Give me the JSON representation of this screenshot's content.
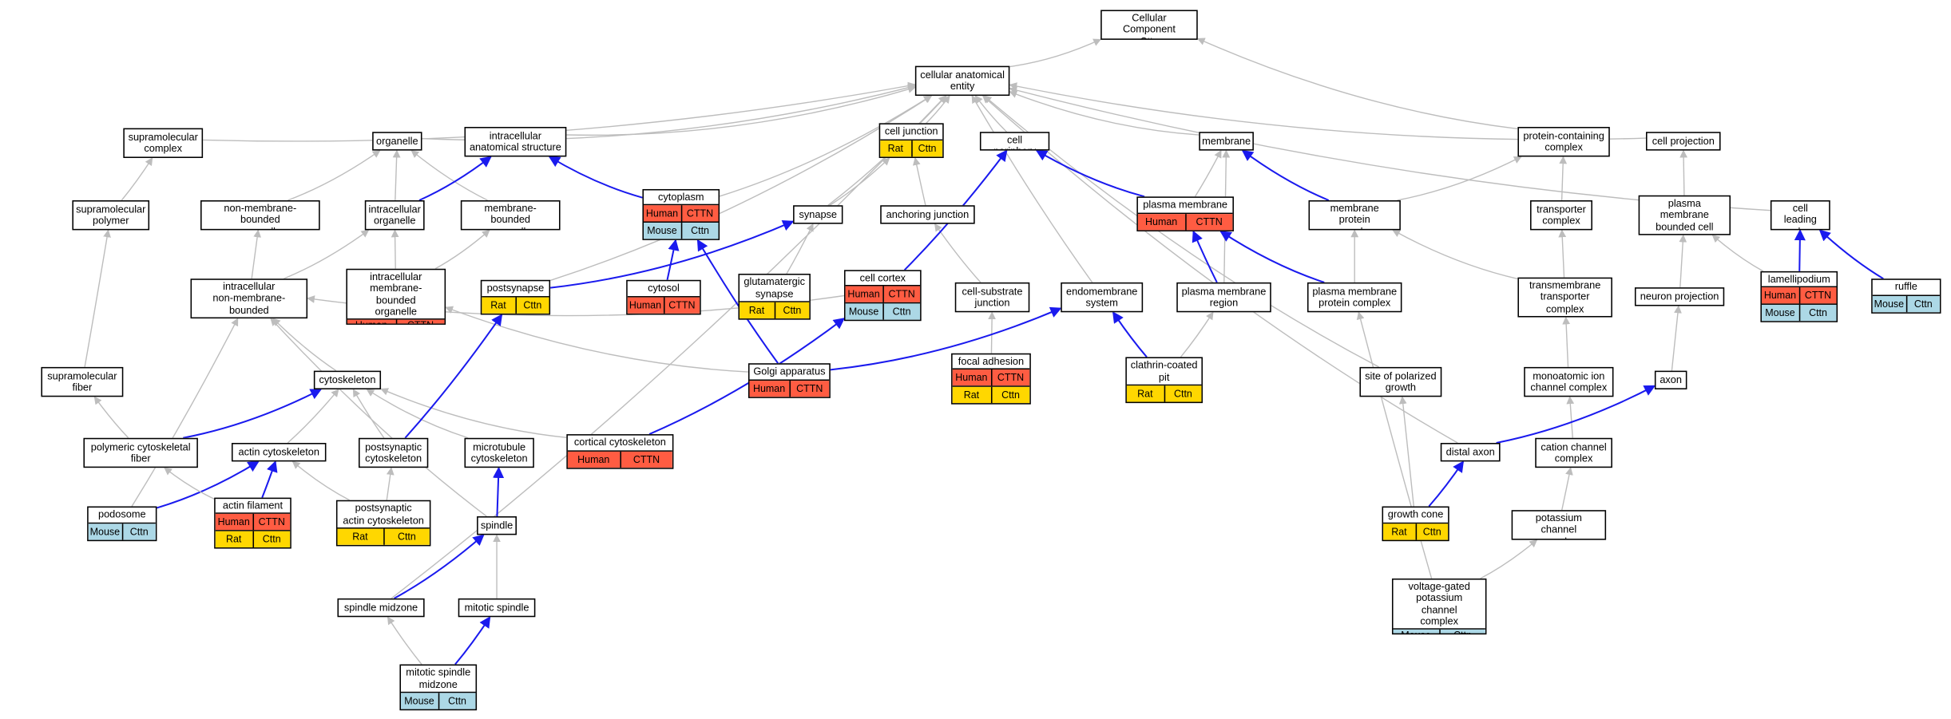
{
  "colors": {
    "is_a": "#bdbdbd",
    "part_of": "#1a1aee",
    "human": "#ff5c42",
    "mouse": "#acd8e6",
    "rat": "#ffd700"
  },
  "nodes": [
    {
      "id": "root",
      "label": "Cellular Component\nCttn",
      "rows": []
    },
    {
      "id": "cae",
      "label": "cellular anatomical\nentity",
      "rows": []
    },
    {
      "id": "supcomplex",
      "label": "supramolecular\ncomplex",
      "rows": []
    },
    {
      "id": "organelle",
      "label": "organelle",
      "rows": []
    },
    {
      "id": "ias",
      "label": "intracellular\nanatomical structure",
      "rows": []
    },
    {
      "id": "celljunction",
      "label": "cell junction",
      "rows": [
        [
          [
            "Rat",
            "rat"
          ],
          [
            "Cttn",
            "rat"
          ]
        ]
      ]
    },
    {
      "id": "periphery",
      "label": "cell periphery",
      "rows": []
    },
    {
      "id": "membrane",
      "label": "membrane",
      "rows": []
    },
    {
      "id": "pcc",
      "label": "protein-containing\ncomplex",
      "rows": []
    },
    {
      "id": "cellproj",
      "label": "cell projection",
      "rows": []
    },
    {
      "id": "suppoly",
      "label": "supramolecular\npolymer",
      "rows": []
    },
    {
      "id": "nmbo",
      "label": "non-membrane-bounded\norganelle",
      "rows": []
    },
    {
      "id": "intorg",
      "label": "intracellular\norganelle",
      "rows": []
    },
    {
      "id": "mbo",
      "label": "membrane-bounded\norganelle",
      "rows": []
    },
    {
      "id": "cytoplasm",
      "label": "cytoplasm",
      "rows": [
        [
          [
            "Human",
            "human"
          ],
          [
            "CTTN",
            "human"
          ]
        ],
        [
          [
            "Mouse",
            "mouse"
          ],
          [
            "Cttn",
            "mouse"
          ]
        ]
      ]
    },
    {
      "id": "synapse",
      "label": "synapse",
      "rows": []
    },
    {
      "id": "anchjunction",
      "label": "anchoring junction",
      "rows": []
    },
    {
      "id": "plasmamem",
      "label": "plasma membrane",
      "rows": [
        [
          [
            "Human",
            "human"
          ],
          [
            "CTTN",
            "human"
          ]
        ]
      ]
    },
    {
      "id": "mpc",
      "label": "membrane protein\ncomplex",
      "rows": []
    },
    {
      "id": "transporter",
      "label": "transporter\ncomplex",
      "rows": []
    },
    {
      "id": "pmbcp",
      "label": "plasma membrane\nbounded cell\nprojection",
      "rows": []
    },
    {
      "id": "cle",
      "label": "cell leading\nedge",
      "rows": []
    },
    {
      "id": "inmbo",
      "label": "intracellular\nnon-membrane-bounded\norganelle",
      "rows": []
    },
    {
      "id": "imbo",
      "label": "intracellular\nmembrane-bounded\norganelle",
      "rows": [
        [
          [
            "Human",
            "human"
          ],
          [
            "CTTN",
            "human"
          ]
        ]
      ]
    },
    {
      "id": "postsynapse",
      "label": "postsynapse",
      "rows": [
        [
          [
            "Rat",
            "rat"
          ],
          [
            "Cttn",
            "rat"
          ]
        ]
      ]
    },
    {
      "id": "cytosol",
      "label": "cytosol",
      "rows": [
        [
          [
            "Human",
            "human"
          ],
          [
            "CTTN",
            "human"
          ]
        ]
      ]
    },
    {
      "id": "glutsyn",
      "label": "glutamatergic\nsynapse",
      "rows": [
        [
          [
            "Rat",
            "rat"
          ],
          [
            "Cttn",
            "rat"
          ]
        ]
      ]
    },
    {
      "id": "cortex",
      "label": "cell cortex",
      "rows": [
        [
          [
            "Human",
            "human"
          ],
          [
            "CTTN",
            "human"
          ]
        ],
        [
          [
            "Mouse",
            "mouse"
          ],
          [
            "Cttn",
            "mouse"
          ]
        ]
      ]
    },
    {
      "id": "csjunction",
      "label": "cell-substrate\njunction",
      "rows": []
    },
    {
      "id": "endomem",
      "label": "endomembrane\nsystem",
      "rows": []
    },
    {
      "id": "pmregion",
      "label": "plasma membrane\nregion",
      "rows": []
    },
    {
      "id": "pmpc",
      "label": "plasma membrane\nprotein complex",
      "rows": []
    },
    {
      "id": "tmtc",
      "label": "transmembrane\ntransporter\ncomplex",
      "rows": []
    },
    {
      "id": "neuronproj",
      "label": "neuron projection",
      "rows": []
    },
    {
      "id": "lamellipodium",
      "label": "lamellipodium",
      "rows": [
        [
          [
            "Human",
            "human"
          ],
          [
            "CTTN",
            "human"
          ]
        ],
        [
          [
            "Mouse",
            "mouse"
          ],
          [
            "Cttn",
            "mouse"
          ]
        ]
      ]
    },
    {
      "id": "ruffle",
      "label": "ruffle",
      "rows": [
        [
          [
            "Mouse",
            "mouse"
          ],
          [
            "Cttn",
            "mouse"
          ]
        ]
      ]
    },
    {
      "id": "supfiber",
      "label": "supramolecular\nfiber",
      "rows": []
    },
    {
      "id": "cytoskeleton",
      "label": "cytoskeleton",
      "rows": []
    },
    {
      "id": "golgi",
      "label": "Golgi apparatus",
      "rows": [
        [
          [
            "Human",
            "human"
          ],
          [
            "CTTN",
            "human"
          ]
        ]
      ]
    },
    {
      "id": "focaladh",
      "label": "focal adhesion",
      "rows": [
        [
          [
            "Human",
            "human"
          ],
          [
            "CTTN",
            "human"
          ]
        ],
        [
          [
            "Rat",
            "rat"
          ],
          [
            "Cttn",
            "rat"
          ]
        ]
      ]
    },
    {
      "id": "ccpit",
      "label": "clathrin-coated\npit",
      "rows": [
        [
          [
            "Rat",
            "rat"
          ],
          [
            "Cttn",
            "rat"
          ]
        ]
      ]
    },
    {
      "id": "spg",
      "label": "site of polarized\ngrowth",
      "rows": []
    },
    {
      "id": "micc",
      "label": "monoatomic ion\nchannel complex",
      "rows": []
    },
    {
      "id": "axon",
      "label": "axon",
      "rows": []
    },
    {
      "id": "pcf",
      "label": "polymeric cytoskeletal\nfiber",
      "rows": []
    },
    {
      "id": "actincyto",
      "label": "actin cytoskeleton",
      "rows": []
    },
    {
      "id": "postsyncyto",
      "label": "postsynaptic\ncytoskeleton",
      "rows": []
    },
    {
      "id": "mtcyto",
      "label": "microtubule\ncytoskeleton",
      "rows": []
    },
    {
      "id": "corticalcyto",
      "label": "cortical cytoskeleton",
      "rows": [
        [
          [
            "Human",
            "human"
          ],
          [
            "CTTN",
            "human"
          ]
        ]
      ]
    },
    {
      "id": "distalaxon",
      "label": "distal axon",
      "rows": []
    },
    {
      "id": "cationch",
      "label": "cation channel\ncomplex",
      "rows": []
    },
    {
      "id": "podosome",
      "label": "podosome",
      "rows": [
        [
          [
            "Mouse",
            "mouse"
          ],
          [
            "Cttn",
            "mouse"
          ]
        ]
      ]
    },
    {
      "id": "actinfil",
      "label": "actin filament",
      "rows": [
        [
          [
            "Human",
            "human"
          ],
          [
            "CTTN",
            "human"
          ]
        ],
        [
          [
            "Rat",
            "rat"
          ],
          [
            "Cttn",
            "rat"
          ]
        ]
      ]
    },
    {
      "id": "postsynactin",
      "label": "postsynaptic\nactin cytoskeleton",
      "rows": [
        [
          [
            "Rat",
            "rat"
          ],
          [
            "Cttn",
            "rat"
          ]
        ]
      ]
    },
    {
      "id": "spindle",
      "label": "spindle",
      "rows": []
    },
    {
      "id": "growthcone",
      "label": "growth cone",
      "rows": [
        [
          [
            "Rat",
            "rat"
          ],
          [
            "Cttn",
            "rat"
          ]
        ]
      ]
    },
    {
      "id": "kch",
      "label": "potassium channel\ncomplex",
      "rows": []
    },
    {
      "id": "spindlemid",
      "label": "spindle midzone",
      "rows": []
    },
    {
      "id": "mitspindle",
      "label": "mitotic spindle",
      "rows": []
    },
    {
      "id": "vgkcc",
      "label": "voltage-gated\npotassium channel\ncomplex",
      "rows": [
        [
          [
            "Mouse",
            "mouse"
          ],
          [
            "Cttn",
            "mouse"
          ]
        ]
      ]
    },
    {
      "id": "msm",
      "label": "mitotic spindle\nmidzone",
      "rows": [
        [
          [
            "Mouse",
            "mouse"
          ],
          [
            "Cttn",
            "mouse"
          ]
        ]
      ]
    }
  ],
  "edges": [
    [
      "cae",
      "root",
      "is_a"
    ],
    [
      "pcc",
      "root",
      "is_a"
    ],
    [
      "supcomplex",
      "cae",
      "is_a"
    ],
    [
      "organelle",
      "cae",
      "is_a"
    ],
    [
      "ias",
      "cae",
      "is_a"
    ],
    [
      "celljunction",
      "cae",
      "is_a"
    ],
    [
      "periphery",
      "cae",
      "is_a"
    ],
    [
      "membrane",
      "cae",
      "is_a"
    ],
    [
      "cellproj",
      "cae",
      "is_a"
    ],
    [
      "cytoplasm",
      "cae",
      "is_a"
    ],
    [
      "synapse",
      "cae",
      "is_a"
    ],
    [
      "postsynapse",
      "cae",
      "is_a"
    ],
    [
      "endomem",
      "cae",
      "is_a"
    ],
    [
      "spg",
      "cae",
      "is_a"
    ],
    [
      "distalaxon",
      "cae",
      "is_a"
    ],
    [
      "cle",
      "cae",
      "is_a"
    ],
    [
      "spindlemid",
      "cae",
      "is_a"
    ],
    [
      "suppoly",
      "supcomplex",
      "is_a"
    ],
    [
      "supfiber",
      "suppoly",
      "is_a"
    ],
    [
      "pcf",
      "supfiber",
      "is_a"
    ],
    [
      "nmbo",
      "organelle",
      "is_a"
    ],
    [
      "intorg",
      "organelle",
      "is_a"
    ],
    [
      "mbo",
      "organelle",
      "is_a"
    ],
    [
      "intorg",
      "ias",
      "part_of"
    ],
    [
      "cytoplasm",
      "ias",
      "part_of"
    ],
    [
      "inmbo",
      "nmbo",
      "is_a"
    ],
    [
      "inmbo",
      "intorg",
      "is_a"
    ],
    [
      "imbo",
      "intorg",
      "is_a"
    ],
    [
      "imbo",
      "mbo",
      "is_a"
    ],
    [
      "cytosol",
      "cytoplasm",
      "part_of"
    ],
    [
      "golgi",
      "cytoplasm",
      "part_of"
    ],
    [
      "anchjunction",
      "celljunction",
      "is_a"
    ],
    [
      "synapse",
      "celljunction",
      "is_a"
    ],
    [
      "csjunction",
      "anchjunction",
      "is_a"
    ],
    [
      "focaladh",
      "csjunction",
      "is_a"
    ],
    [
      "glutsyn",
      "synapse",
      "is_a"
    ],
    [
      "postsynapse",
      "synapse",
      "part_of"
    ],
    [
      "plasmamem",
      "periphery",
      "part_of"
    ],
    [
      "cortex",
      "periphery",
      "part_of"
    ],
    [
      "cortex",
      "inmbo",
      "is_a"
    ],
    [
      "plasmamem",
      "membrane",
      "is_a"
    ],
    [
      "pmregion",
      "membrane",
      "is_a"
    ],
    [
      "mpc",
      "membrane",
      "part_of"
    ],
    [
      "mpc",
      "pcc",
      "is_a"
    ],
    [
      "transporter",
      "pcc",
      "is_a"
    ],
    [
      "tmtc",
      "transporter",
      "is_a"
    ],
    [
      "tmtc",
      "mpc",
      "is_a"
    ],
    [
      "pmpc",
      "mpc",
      "is_a"
    ],
    [
      "pmregion",
      "plasmamem",
      "part_of"
    ],
    [
      "pmpc",
      "plasmamem",
      "part_of"
    ],
    [
      "ccpit",
      "endomem",
      "part_of"
    ],
    [
      "ccpit",
      "pmregion",
      "is_a"
    ],
    [
      "golgi",
      "imbo",
      "is_a"
    ],
    [
      "golgi",
      "endomem",
      "part_of"
    ],
    [
      "pmbcp",
      "cellproj",
      "is_a"
    ],
    [
      "neuronproj",
      "pmbcp",
      "is_a"
    ],
    [
      "lamellipodium",
      "pmbcp",
      "is_a"
    ],
    [
      "lamellipodium",
      "cle",
      "part_of"
    ],
    [
      "ruffle",
      "cle",
      "part_of"
    ],
    [
      "axon",
      "neuronproj",
      "is_a"
    ],
    [
      "cytoskeleton",
      "inmbo",
      "is_a"
    ],
    [
      "pcf",
      "cytoskeleton",
      "part_of"
    ],
    [
      "actincyto",
      "cytoskeleton",
      "is_a"
    ],
    [
      "postsyncyto",
      "cytoskeleton",
      "is_a"
    ],
    [
      "mtcyto",
      "cytoskeleton",
      "is_a"
    ],
    [
      "corticalcyto",
      "cytoskeleton",
      "is_a"
    ],
    [
      "postsyncyto",
      "postsynapse",
      "part_of"
    ],
    [
      "corticalcyto",
      "cortex",
      "part_of"
    ],
    [
      "podosome",
      "actincyto",
      "part_of"
    ],
    [
      "actinfil",
      "actincyto",
      "part_of"
    ],
    [
      "actinfil",
      "pcf",
      "is_a"
    ],
    [
      "postsynactin",
      "actincyto",
      "is_a"
    ],
    [
      "postsynactin",
      "postsyncyto",
      "is_a"
    ],
    [
      "podosome",
      "inmbo",
      "is_a"
    ],
    [
      "spindle",
      "mtcyto",
      "part_of"
    ],
    [
      "spindle",
      "inmbo",
      "is_a"
    ],
    [
      "spindlemid",
      "spindle",
      "part_of"
    ],
    [
      "mitspindle",
      "spindle",
      "is_a"
    ],
    [
      "msm",
      "spindlemid",
      "is_a"
    ],
    [
      "msm",
      "mitspindle",
      "part_of"
    ],
    [
      "micc",
      "tmtc",
      "is_a"
    ],
    [
      "cationch",
      "micc",
      "is_a"
    ],
    [
      "kch",
      "cationch",
      "is_a"
    ],
    [
      "vgkcc",
      "kch",
      "is_a"
    ],
    [
      "vgkcc",
      "pmpc",
      "is_a"
    ],
    [
      "distalaxon",
      "axon",
      "part_of"
    ],
    [
      "growthcone",
      "distalaxon",
      "part_of"
    ],
    [
      "growthcone",
      "spg",
      "is_a"
    ]
  ]
}
